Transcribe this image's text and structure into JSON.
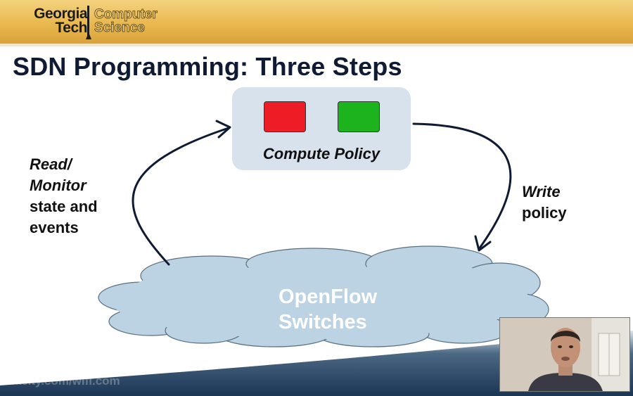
{
  "header": {
    "logo_line1": "Georgia",
    "logo_line2": "Tech",
    "dept_line1": "Computer",
    "dept_line2": "Science"
  },
  "slide": {
    "title": "SDN Programming: Three Steps",
    "policy_label": "Compute Policy",
    "left_label": {
      "line1": "Read/",
      "line2": "Monitor",
      "line3": "state and",
      "line4": "events"
    },
    "right_label": {
      "line1": "Write",
      "line2": "policy"
    },
    "cloud_label": {
      "line1": "OpenFlow",
      "line2": "Switches"
    }
  },
  "watermark": "udacity.com/wifi.com",
  "colors": {
    "header_gold": "#e9b84f",
    "title_navy": "#0f1a33",
    "policy_box": "#d8e2ec",
    "red_square": "#ee1c25",
    "green_square": "#1db31d",
    "cloud_fill": "#bcd3e3",
    "arrow": "#0f1a33",
    "bottom_band": "#203b5a"
  },
  "icons": {
    "logo_mark": "gt-tower-icon",
    "presenter": "webcam-presenter"
  }
}
